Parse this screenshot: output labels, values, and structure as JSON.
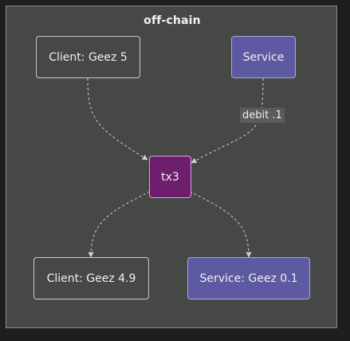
{
  "cluster": {
    "title": "off-chain"
  },
  "nodes": {
    "client_before": "Client: Geez 5",
    "service_before": "Service",
    "tx": "tx3",
    "client_after": "Client: Geez 4.9",
    "service_after": "Service: Geez 0.1"
  },
  "edges": {
    "service_to_tx_label": "debit .1"
  },
  "colors": {
    "background": "#1e1e1e",
    "cluster_fill": "#464846",
    "service_fill": "#5e5aa2",
    "tx_fill": "#6d1f6e",
    "edge_stroke": "#d0d0d0"
  }
}
